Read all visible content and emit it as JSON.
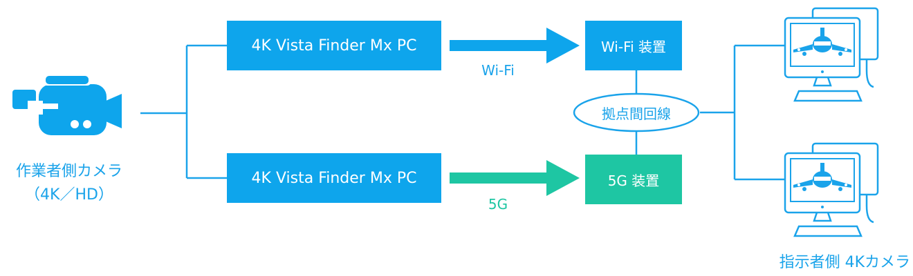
{
  "colors": {
    "blue": "#0ea5ec",
    "green": "#1ec6a3",
    "line": "#1aa3ea",
    "text_blue": "#1aa3ea"
  },
  "camera": {
    "icon": "video-camera-icon",
    "label_line1": "作業者側カメラ",
    "label_line2": "（4K／HD）"
  },
  "pc_top": {
    "label": "4K Vista Finder Mx PC"
  },
  "pc_bottom": {
    "label": "4K Vista Finder Mx PC"
  },
  "link_top": {
    "label": "Wi-Fi"
  },
  "link_bottom": {
    "label": "5G"
  },
  "device_wifi": {
    "label": "Wi-Fi 装置"
  },
  "device_5g": {
    "label": "5G 装置"
  },
  "hub": {
    "label": "拠点間回線"
  },
  "remote": {
    "icon": "monitor-airplane-icon",
    "label": "指示者側 4Kカメラ"
  }
}
